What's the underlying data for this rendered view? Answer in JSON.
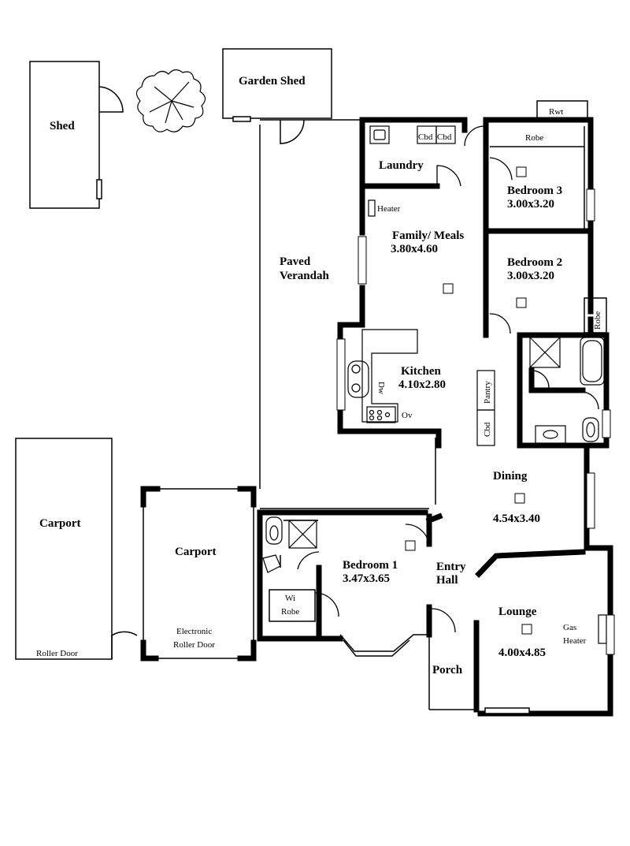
{
  "rooms": {
    "shed": "Shed",
    "garden_shed": "Garden Shed",
    "rwt": "Rwt",
    "laundry": "Laundry",
    "cbd1": "Cbd",
    "cbd2": "Cbd",
    "robe_top": "Robe",
    "bedroom3": "Bedroom 3",
    "bedroom3_size": "3.00x3.20",
    "heater": "Heater",
    "family": "Family/ Meals",
    "family_size": "3.80x4.60",
    "paved1": "Paved",
    "paved2": "Verandah",
    "bedroom2": "Bedroom 2",
    "bedroom2_size": "3.00x3.20",
    "robe_right": "Robe",
    "kitchen": "Kitchen",
    "kitchen_size": "4.10x2.80",
    "dw": "Dw",
    "ov": "Ov",
    "pantry": "Pantry",
    "cbd3": "Cbd",
    "dining": "Dining",
    "dining_size": "4.54x3.40",
    "carport_left": "Carport",
    "roller_door": "Roller Door",
    "carport_mid": "Carport",
    "electronic1": "Electronic",
    "electronic2": "Roller Door",
    "bedroom1": "Bedroom 1",
    "bedroom1_size": "3.47x3.65",
    "wi": "Wi",
    "wi_robe": "Robe",
    "entry1": "Entry",
    "entry2": "Hall",
    "lounge": "Lounge",
    "lounge_size": "4.00x4.85",
    "gas1": "Gas",
    "gas2": "Heater",
    "porch": "Porch"
  }
}
